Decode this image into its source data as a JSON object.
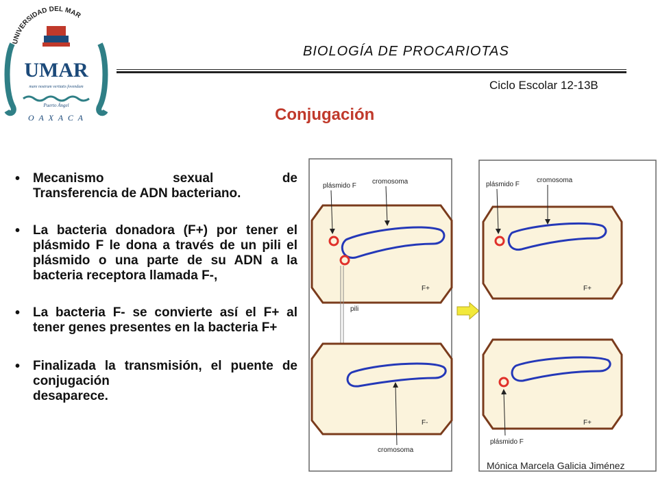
{
  "logo": {
    "institution_text": "UNIVERSIDAD DEL MAR",
    "monogram": "UMAR",
    "motto": "mare nostrum veritatis fovendum",
    "campus": "Puerto Ángel",
    "state": "O A X A C A"
  },
  "header": {
    "course_title": "BIOLOGÍA DE PROCARIOTAS",
    "cycle": "Ciclo Escolar 12-13B"
  },
  "slide": {
    "title": "Conjugación",
    "bullets": [
      "Mecanismo sexual de",
      "Transferencia de ADN bacteriano.",
      "La bacteria donadora (F+) por tener el plásmido F le dona a través de un pili el plásmido o una parte de su ADN a la bacteria receptora llamada F-,",
      "La bacteria F- se convierte así el F+ al tener genes presentes en la bacteria F+",
      "Finalizada la transmisión, el puente de conjugación",
      "desaparece."
    ]
  },
  "diagram": {
    "left_panel": {
      "top_cell_labels": {
        "plasmid": "plásmido F",
        "chromosome": "cromosoma",
        "type": "F+"
      },
      "pili_label": "pili",
      "bottom_cell_labels": {
        "chromosome": "cromosoma",
        "type": "F-"
      }
    },
    "right_panel": {
      "top_cell_labels": {
        "plasmid": "plásmido F",
        "chromosome": "cromosoma",
        "type": "F+"
      },
      "bottom_cell_labels": {
        "plasmid": "plásmido F",
        "type": "F+"
      }
    },
    "colors": {
      "cell_fill": "#fbf3dc",
      "cell_stroke": "#7a3b1c",
      "chromosome": "#2438b8",
      "plasmid": "#e0302a",
      "arrow": "#f2e93a"
    }
  },
  "footer": {
    "author": "Mónica Marcela Galicia Jiménez"
  }
}
